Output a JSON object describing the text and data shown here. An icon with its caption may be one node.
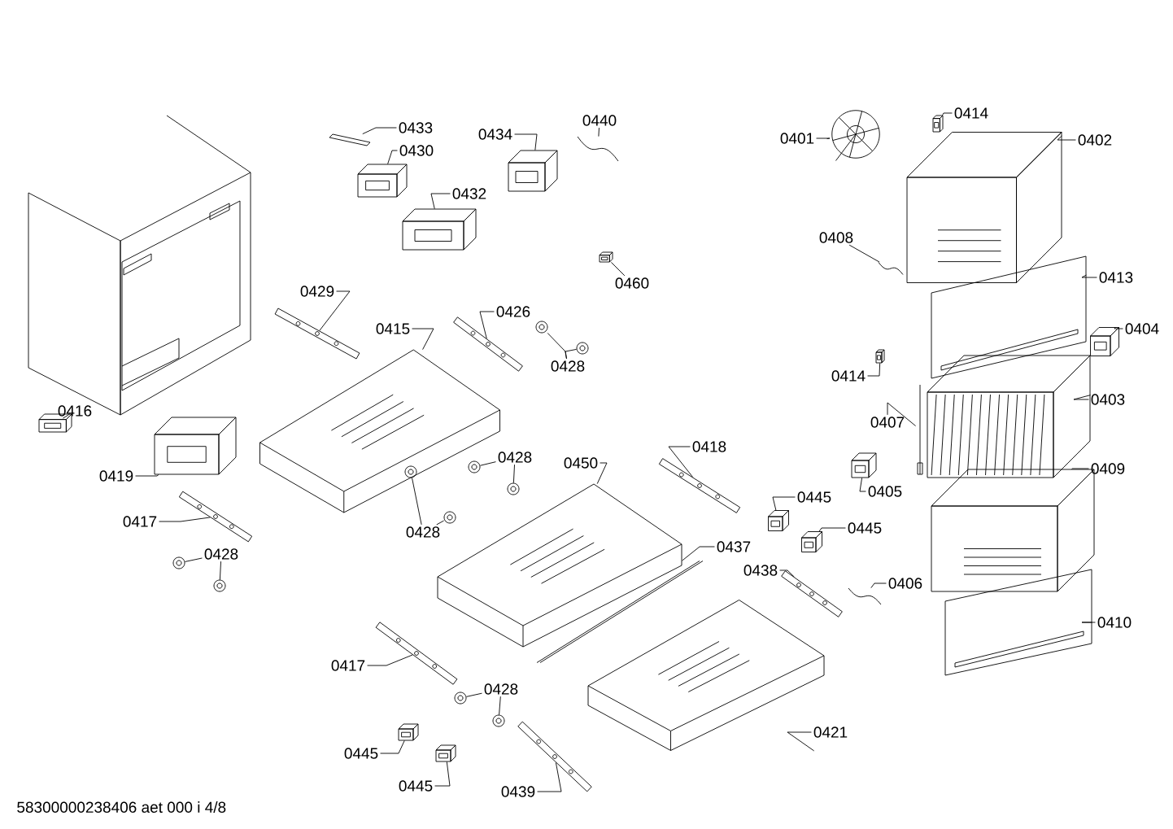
{
  "diagram": {
    "nodes": [
      {
        "text": [
          "0433"
        ]
      },
      {
        "text": [],
        "shape": "picture"
      },
      {
        "text": [
          "0430"
        ]
      },
      {
        "text": [],
        "shape": "picture"
      },
      {
        "text": [
          "0432"
        ]
      },
      {
        "text": [],
        "shape": "picture"
      },
      {
        "text": [
          "0434"
        ]
      },
      {
        "text": [],
        "shape": "picture"
      },
      {
        "text": [
          "0440"
        ]
      },
      {
        "text": [],
        "shape": "picture"
      },
      {
        "text": [
          "0460"
        ]
      },
      {
        "text": [],
        "shape": "picture"
      },
      {
        "text": [
          "0429"
        ]
      },
      {
        "text": [],
        "shape": "picture"
      },
      {
        "text": [
          "0426"
        ]
      },
      {
        "text": [],
        "shape": "picture"
      },
      {
        "text": [
          "0428"
        ]
      },
      {
        "text": [],
        "shape": "picture"
      },
      {
        "text": [],
        "shape": "picture"
      },
      {
        "text": [
          "0415"
        ]
      },
      {
        "text": [],
        "shape": "picture"
      },
      {
        "text": [
          "0416"
        ]
      },
      {
        "text": [],
        "shape": "picture"
      },
      {
        "text": [
          "0419"
        ]
      },
      {
        "text": [],
        "shape": "picture"
      },
      {
        "text": [
          "0417"
        ]
      },
      {
        "text": [],
        "shape": "picture"
      },
      {
        "text": [
          "0428"
        ]
      },
      {
        "text": [],
        "shape": "picture"
      },
      {
        "text": [],
        "shape": "picture"
      },
      {
        "text": [
          "0428"
        ]
      },
      {
        "text": [],
        "shape": "picture"
      },
      {
        "text": [],
        "shape": "picture"
      },
      {
        "text": [
          "0428"
        ]
      },
      {
        "text": [],
        "shape": "picture"
      },
      {
        "text": [],
        "shape": "picture"
      },
      {
        "text": [
          "0450"
        ]
      },
      {
        "text": [],
        "shape": "picture"
      },
      {
        "text": [
          "0418"
        ]
      },
      {
        "text": [],
        "shape": "picture"
      },
      {
        "text": [
          "0437"
        ]
      },
      {
        "text": [],
        "shape": "picture"
      },
      {
        "text": [
          "0438"
        ]
      },
      {
        "text": [],
        "shape": "picture"
      },
      {
        "text": [
          "0417"
        ]
      },
      {
        "text": [],
        "shape": "picture"
      },
      {
        "text": [
          "0428"
        ]
      },
      {
        "text": [],
        "shape": "picture"
      },
      {
        "text": [],
        "shape": "picture"
      },
      {
        "text": [
          "0445"
        ]
      },
      {
        "text": [],
        "shape": "picture"
      },
      {
        "text": [
          "0445"
        ]
      },
      {
        "text": [],
        "shape": "picture"
      },
      {
        "text": [
          "0439"
        ]
      },
      {
        "text": [],
        "shape": "picture"
      },
      {
        "text": [
          "0421"
        ]
      },
      {
        "text": [],
        "shape": "picture"
      },
      {
        "text": [
          "0401"
        ]
      },
      {
        "text": [],
        "shape": "picture"
      },
      {
        "text": [
          "0414"
        ]
      },
      {
        "text": [],
        "shape": "picture"
      },
      {
        "text": [
          "0402"
        ]
      },
      {
        "text": [],
        "shape": "picture"
      },
      {
        "text": [
          "0408"
        ]
      },
      {
        "text": [],
        "shape": "picture"
      },
      {
        "text": [
          "0413"
        ]
      },
      {
        "text": [],
        "shape": "picture"
      },
      {
        "text": [
          "0404"
        ]
      },
      {
        "text": [],
        "shape": "picture"
      },
      {
        "text": [
          "0414"
        ]
      },
      {
        "text": [],
        "shape": "picture"
      },
      {
        "text": [
          "0407"
        ]
      },
      {
        "text": [],
        "shape": "picture"
      },
      {
        "text": [
          "0403"
        ]
      },
      {
        "text": [],
        "shape": "picture"
      },
      {
        "text": [
          "0405"
        ]
      },
      {
        "text": [],
        "shape": "picture"
      },
      {
        "text": [
          "0409"
        ]
      },
      {
        "text": [],
        "shape": "picture"
      },
      {
        "text": [
          "0445"
        ]
      },
      {
        "text": [],
        "shape": "picture"
      },
      {
        "text": [
          "0445"
        ]
      },
      {
        "text": [],
        "shape": "picture"
      },
      {
        "text": [
          "0406"
        ]
      },
      {
        "text": [],
        "shape": "picture"
      },
      {
        "text": [
          "0410"
        ]
      },
      {
        "text": [],
        "shape": "picture"
      }
    ],
    "edges": [
      {
        "from": 0,
        "to": 1,
        "arrow": "none"
      },
      {
        "from": 2,
        "to": 3,
        "arrow": "none"
      },
      {
        "from": 4,
        "to": 5,
        "arrow": "none"
      },
      {
        "from": 6,
        "to": 7,
        "arrow": "none"
      },
      {
        "from": 8,
        "to": 9,
        "arrow": "none"
      },
      {
        "from": 10,
        "to": 11,
        "arrow": "none"
      },
      {
        "from": 12,
        "to": 13,
        "arrow": "none"
      },
      {
        "from": 14,
        "to": 15,
        "arrow": "none"
      },
      {
        "from": 16,
        "to": 17,
        "arrow": "none"
      },
      {
        "from": 16,
        "to": 18,
        "arrow": "none"
      },
      {
        "from": 19,
        "to": 20,
        "arrow": "none"
      },
      {
        "from": 21,
        "to": 22,
        "arrow": "none"
      },
      {
        "from": 23,
        "to": 24,
        "arrow": "none"
      },
      {
        "from": 25,
        "to": 26,
        "arrow": "none"
      },
      {
        "from": 27,
        "to": 28,
        "arrow": "none"
      },
      {
        "from": 27,
        "to": 29,
        "arrow": "none"
      },
      {
        "from": 30,
        "to": 31,
        "arrow": "none"
      },
      {
        "from": 30,
        "to": 32,
        "arrow": "none"
      },
      {
        "from": 33,
        "to": 34,
        "arrow": "none"
      },
      {
        "from": 33,
        "to": 35,
        "arrow": "none"
      },
      {
        "from": 36,
        "to": 37,
        "arrow": "none"
      },
      {
        "from": 38,
        "to": 39,
        "arrow": "none"
      },
      {
        "from": 40,
        "to": 41,
        "arrow": "none"
      },
      {
        "from": 42,
        "to": 43,
        "arrow": "none"
      },
      {
        "from": 44,
        "to": 45,
        "arrow": "none"
      },
      {
        "from": 46,
        "to": 47,
        "arrow": "none"
      },
      {
        "from": 46,
        "to": 48,
        "arrow": "none"
      },
      {
        "from": 49,
        "to": 50,
        "arrow": "none"
      },
      {
        "from": 51,
        "to": 52,
        "arrow": "none"
      },
      {
        "from": 53,
        "to": 54,
        "arrow": "none"
      },
      {
        "from": 55,
        "to": 56,
        "arrow": "none"
      },
      {
        "from": 57,
        "to": 58,
        "arrow": "none"
      },
      {
        "from": 59,
        "to": 60,
        "arrow": "none"
      },
      {
        "from": 61,
        "to": 62,
        "arrow": "none"
      },
      {
        "from": 63,
        "to": 64,
        "arrow": "none"
      },
      {
        "from": 65,
        "to": 66,
        "arrow": "none"
      },
      {
        "from": 67,
        "to": 68,
        "arrow": "none"
      },
      {
        "from": 69,
        "to": 70,
        "arrow": "none"
      },
      {
        "from": 71,
        "to": 72,
        "arrow": "none"
      },
      {
        "from": 73,
        "to": 74,
        "arrow": "none"
      },
      {
        "from": 75,
        "to": 76,
        "arrow": "none"
      },
      {
        "from": 77,
        "to": 78,
        "arrow": "none"
      },
      {
        "from": 79,
        "to": 80,
        "arrow": "none"
      },
      {
        "from": 81,
        "to": 82,
        "arrow": "none"
      },
      {
        "from": 83,
        "to": 84,
        "arrow": "none"
      },
      {
        "from": 85,
        "to": 86,
        "arrow": "none"
      }
    ],
    "labels": [
      "58300000238406 aet 000 i 4/8"
    ]
  }
}
